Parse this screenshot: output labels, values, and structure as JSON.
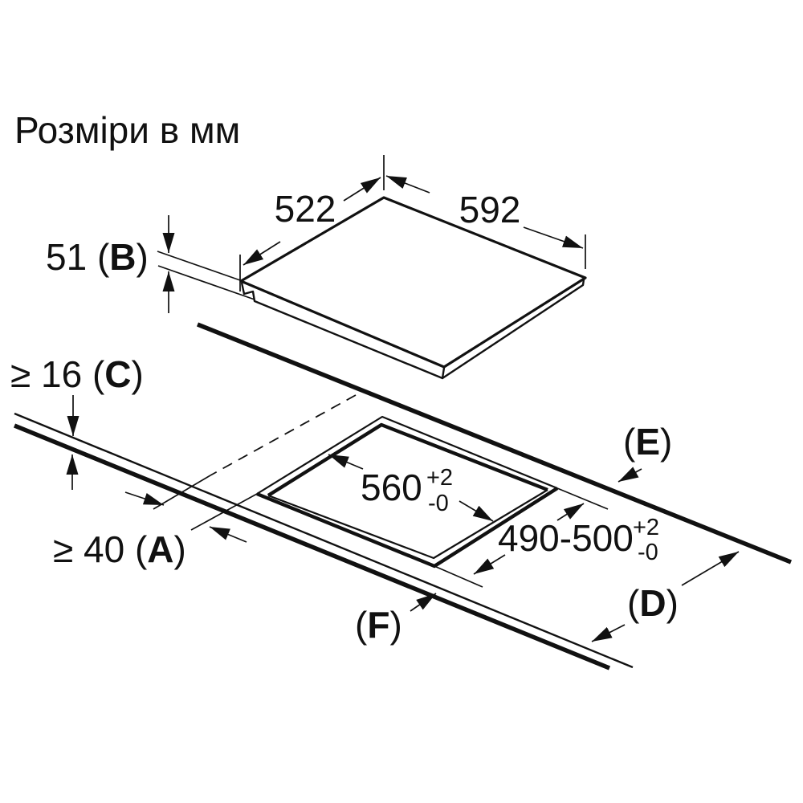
{
  "page": {
    "title": "Розміри в мм"
  },
  "hob": {
    "top_depth": "522",
    "top_width": "592",
    "height": {
      "pre": "51 (",
      "letter": "B",
      "post": ")"
    }
  },
  "worktop": {
    "thickness": {
      "pre": "≥ 16 (",
      "letter": "C",
      "post": ")"
    },
    "side_clearance": {
      "pre": "≥ 40 (",
      "letter": "A",
      "post": ")"
    }
  },
  "cutout": {
    "width": {
      "value": "560",
      "tol_plus": "+2",
      "tol_minus": "-0"
    },
    "depth": {
      "value": "490-500",
      "tol_plus": "+2",
      "tol_minus": "-0"
    }
  },
  "callouts": {
    "e": {
      "pre": "(",
      "letter": "E",
      "post": ")"
    },
    "d": {
      "pre": "(",
      "letter": "D",
      "post": ")"
    },
    "f": {
      "pre": "(",
      "letter": "F",
      "post": ")"
    }
  }
}
